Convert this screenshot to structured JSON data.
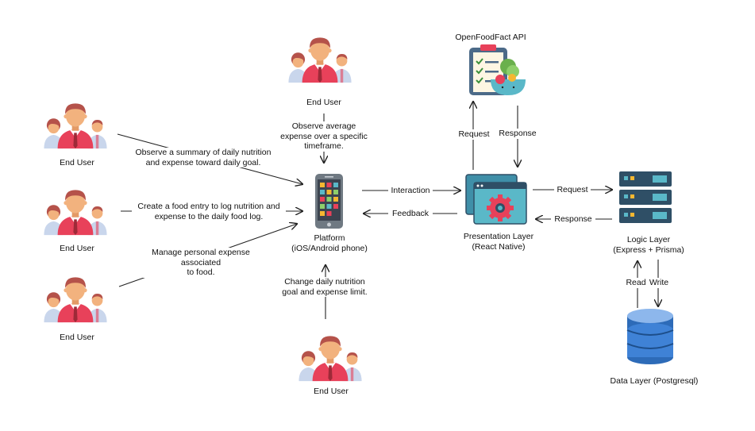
{
  "title": "",
  "nodes": {
    "user_top": "End User",
    "user_left1": "End User",
    "user_left2": "End User",
    "user_left3": "End User",
    "user_bottom": "End User",
    "platform": "Platform\n(iOS/Android phone)",
    "api": "OpenFoodFact API",
    "presentation": "Presentation Layer\n(React Native)",
    "logic": "Logic Layer\n(Express + Prisma)",
    "data": "Data Layer (Postgresql)"
  },
  "edges": {
    "observe_average": "Observe average\nexpense over a specific\ntimeframe.",
    "observe_summary": "Observe a summary of daily nutrition\nand expense toward daily goal.",
    "create_entry": "Create a food entry to log nutrition and\nexpense to the daily food log.",
    "manage_expense": "Manage personal expense associated\nto food.",
    "change_goal": "Change daily nutrition\ngoal and expense limit.",
    "interaction": "Interaction",
    "feedback": "Feedback",
    "api_request": "Request",
    "api_response": "Response",
    "logic_request": "Request",
    "logic_response": "Response",
    "read": "Read",
    "write": "Write"
  },
  "colors": {
    "skin": "#f2b27e",
    "hair": "#b5524a",
    "shirt_main": "#e8415a",
    "shirt_side": "#c9d6ec",
    "phone_body": "#7b8590",
    "window_teal": "#5ab8c8",
    "gear": "#e8415a",
    "server": "#2f4f66",
    "db": "#3f82d6"
  },
  "icons": {
    "users": "users-group-icon",
    "platform": "smartphone-icon",
    "api": "clipboard-food-icon",
    "presentation": "gear-window-icon",
    "logic": "server-rack-icon",
    "data": "database-icon"
  }
}
